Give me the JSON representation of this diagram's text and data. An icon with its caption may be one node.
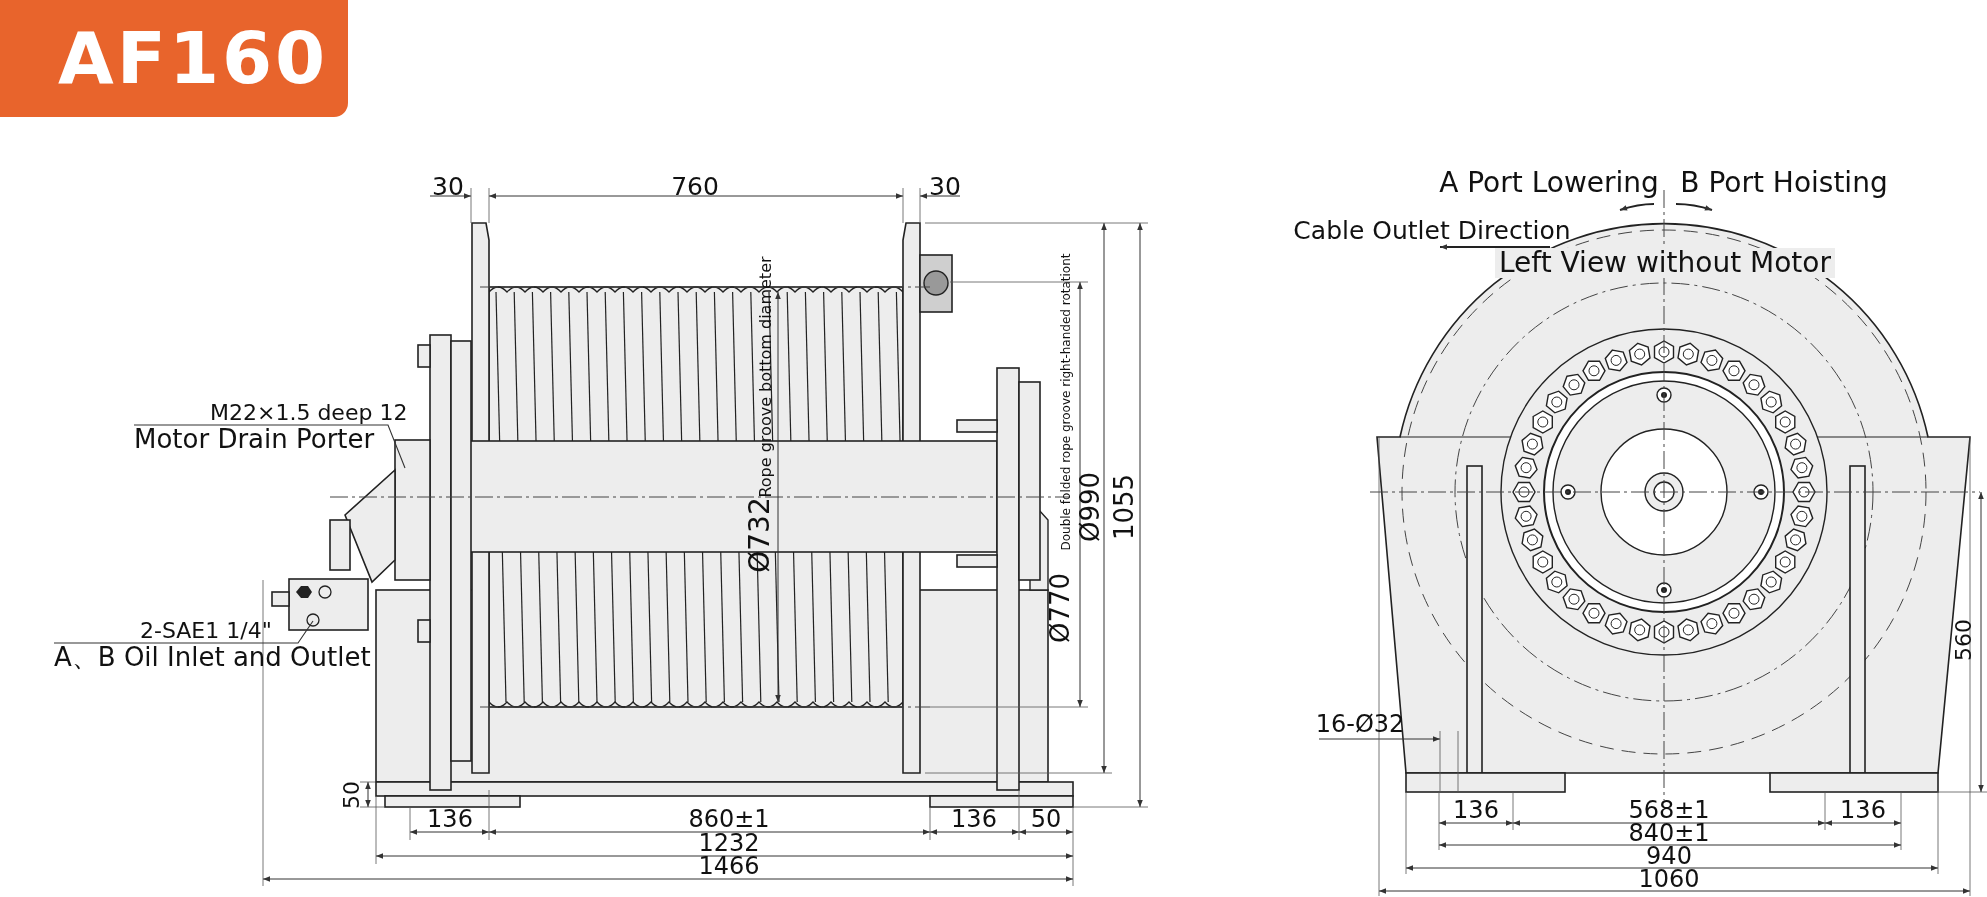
{
  "diagram": {
    "title": "AF160",
    "nodes": [
      {
        "text": [
          "M22×1.5 deep 12",
          "Motor Drain Porter"
        ]
      },
      {
        "text": [
          "2-SAE1 1/4\"",
          "A、B Oil Inlet and Outlet"
        ]
      }
    ],
    "edges": [
      {
        "from": 0,
        "to": null,
        "arrow": "none"
      },
      {
        "from": 1,
        "to": null,
        "arrow": "none"
      }
    ],
    "labels": [
      "30",
      "760",
      "30",
      "Ø732",
      "Rope groove bottom diameter",
      "Double folded rope groove right-handed rotationt",
      "Ø770",
      "Ø990",
      "1055",
      "50",
      "136",
      "860±1",
      "136",
      "50",
      "1232",
      "1466",
      "A Port Lowering",
      "B Port Hoisting",
      "Cable Outlet Direction",
      "Left View without Motor",
      "560",
      "16-Ø32",
      "136",
      "568±1",
      "136",
      "840±1",
      "940",
      "1060"
    ]
  }
}
